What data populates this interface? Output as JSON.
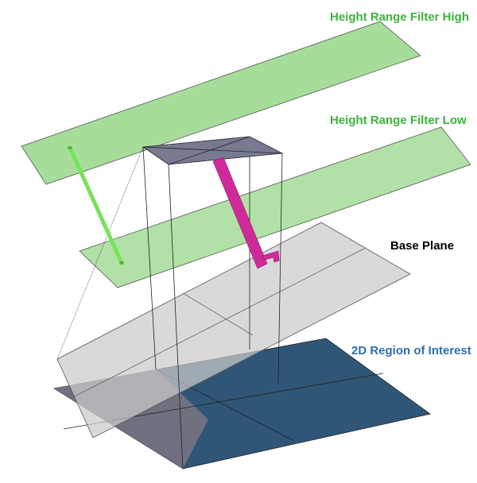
{
  "labels": {
    "height_high": "Height Range Filter High",
    "height_low": "Height Range Filter Low",
    "base_plane": "Base Plane",
    "roi": "2D Region of Interest"
  },
  "colors": {
    "filter_fill": "#a6dd9a",
    "filter_label": "#3bb33b",
    "base_fill": "#cbcbcb",
    "base_label": "#000000",
    "roi_fill": "#2f5676",
    "roi_overlap": "#6f7080",
    "roi_label": "#2e6eb0",
    "top_cap": "#787a92",
    "column_good": "#76e35a",
    "column_bad": "#d02a9a",
    "edge": "#333333"
  }
}
